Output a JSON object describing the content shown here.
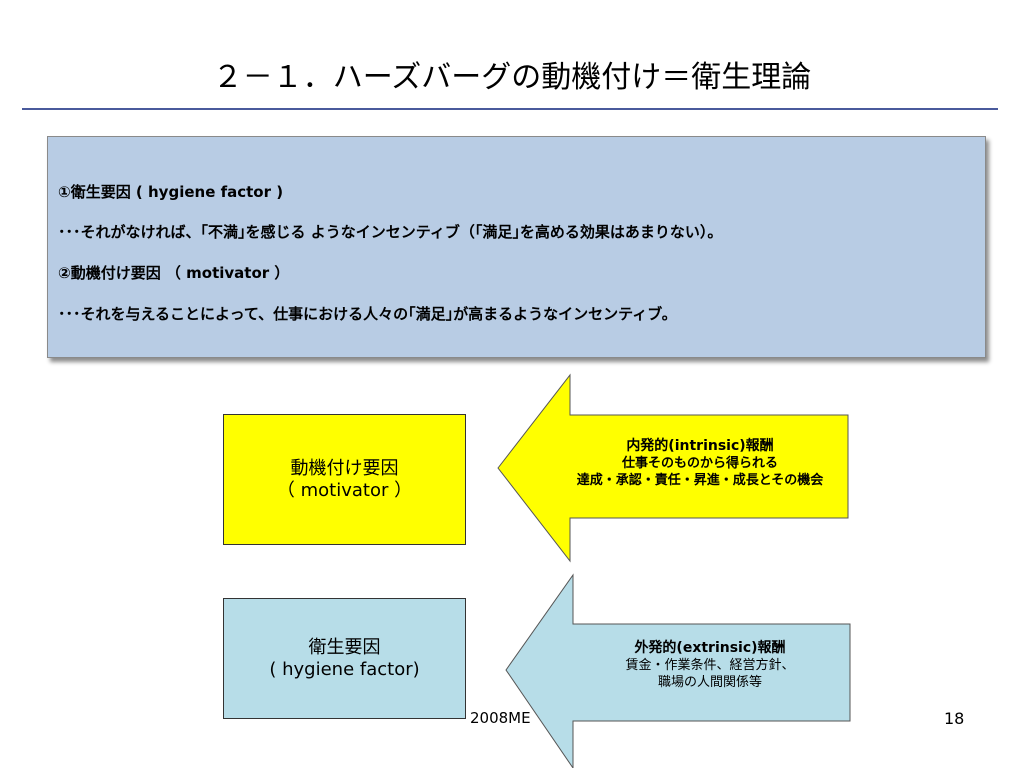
{
  "slide": {
    "title": "２－１．ハーズバーグの動機付け＝衛生理論",
    "page_number": "18",
    "footer_text": "2008ME"
  },
  "definitions": {
    "line1": "①衛生要因 ( hygiene   factor )",
    "line2": "･･･それがなければ、｢不満｣を感じる ようなインセンティブ（｢満足｣を高める効果はあまりない）。",
    "line3": "②動機付け要因  （ motivator  ）",
    "line4": "･･･それを与えることによって、仕事における人々の｢満足｣が高まるようなインセンティブ。"
  },
  "motivator_box": {
    "title": "動機付け要因",
    "subtitle": "（ motivator ）"
  },
  "hygiene_box": {
    "title": "衛生要因",
    "subtitle": "( hygiene factor)"
  },
  "intrinsic_arrow": {
    "heading": "内発的(intrinsic)報酬",
    "line1": "仕事そのものから得られる",
    "line2": "達成・承認・責任・昇進・成長とその機会",
    "color": "#ffff00"
  },
  "extrinsic_arrow": {
    "heading": "外発的(extrinsic)報酬",
    "line1": "賃金・作業条件、経営方針、",
    "line2": "職場の人間関係等",
    "color": "#b7dde8"
  }
}
